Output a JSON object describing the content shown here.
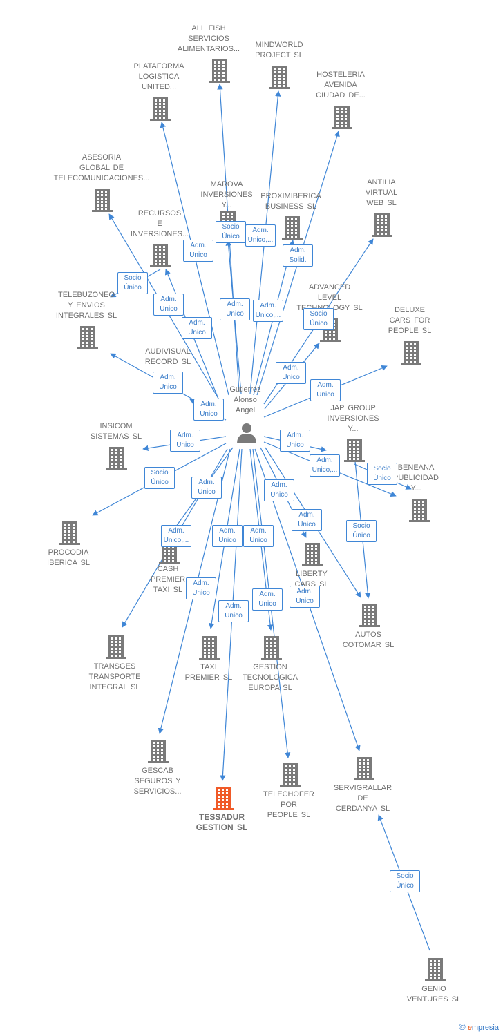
{
  "center": {
    "label": "Gutierrez\nAlonso\nAngel"
  },
  "colors": {
    "building": "#7a7a7a",
    "highlight": "#f05a28",
    "edge": "#3f86d6",
    "text": "#6f6f6f",
    "person": "#7a7a7a"
  },
  "nodes": [
    {
      "id": "all-fish",
      "label": "ALL FISH\nSERVICIOS\nALIMENTARIOS..."
    },
    {
      "id": "mindworld",
      "label": "MINDWORLD\nPROJECT  SL"
    },
    {
      "id": "plataforma",
      "label": "PLATAFORMA\nLOGISTICA\nUNITED..."
    },
    {
      "id": "hosteleria",
      "label": "HOSTELERIA\nAVENIDA\nCIUDAD DE..."
    },
    {
      "id": "asesoria",
      "label": "ASESORIA\nGLOBAL DE\nTELECOMUNICACIONES..."
    },
    {
      "id": "marova",
      "label": "MAROVA\nINVERSIONES\nY..."
    },
    {
      "id": "proximiberica",
      "label": "PROXIMIBERICA\nBUSINESS  SL"
    },
    {
      "id": "antilia",
      "label": "ANTILIA\nVIRTUAL\nWEB  SL"
    },
    {
      "id": "recursos",
      "label": "RECURSOS\nE\nINVERSIONES..."
    },
    {
      "id": "advanced",
      "label": "ADVANCED\nLEVEL\nTECHNOLOGY SL"
    },
    {
      "id": "telebuzoneo",
      "label": "TELEBUZONEO\nY ENVIOS\nINTEGRALES SL"
    },
    {
      "id": "deluxe",
      "label": "DELUXE\nCARS FOR\nPEOPLE  SL"
    },
    {
      "id": "audivisual",
      "label": "AUDIVISUAL\nRECORD SL"
    },
    {
      "id": "jap",
      "label": "JAP GROUP\nINVERSIONES\nY..."
    },
    {
      "id": "insicom",
      "label": "INSICOM\nSISTEMAS  SL"
    },
    {
      "id": "beneana",
      "label": "BENEANA\nPUBLICIDAD\nY..."
    },
    {
      "id": "procodia",
      "label": "PROCODIA\nIBERICA  SL"
    },
    {
      "id": "cash",
      "label": "CASH\nPREMIER\nTAXI  SL"
    },
    {
      "id": "liberty",
      "label": "LIBERTY\nCARS  SL"
    },
    {
      "id": "autos",
      "label": "AUTOS\nCOTOMAR  SL"
    },
    {
      "id": "transges",
      "label": "TRANSGES\nTRANSPORTE\nINTEGRAL  SL"
    },
    {
      "id": "taxi",
      "label": "TAXI\nPREMIER  SL"
    },
    {
      "id": "gestion",
      "label": "GESTION\nTECNOLOGICA\nEUROPA SL"
    },
    {
      "id": "gescab",
      "label": "GESCAB\nSEGUROS Y\nSERVICIOS..."
    },
    {
      "id": "tessadur",
      "label": "TESSADUR\nGESTION  SL",
      "highlight": true
    },
    {
      "id": "telechofer",
      "label": "TELECHOFER\nPOR\nPEOPLE  SL"
    },
    {
      "id": "servigrallar",
      "label": "SERVIGRALLAR\nDE\nCERDANYA SL"
    },
    {
      "id": "genio",
      "label": "GENIO\nVENTURES  SL"
    }
  ],
  "relations": [
    {
      "id": "r1",
      "label": "Adm.\nUnico",
      "source": "center",
      "target": "all-fish"
    },
    {
      "id": "r2",
      "label": "Adm.\nUnico,...",
      "source": "center",
      "target": "mindworld"
    },
    {
      "id": "r3",
      "label": "Adm.\nUnico",
      "source": "center",
      "target": "plataforma"
    },
    {
      "id": "r4",
      "label": "Adm.\nSolid.",
      "source": "center",
      "target": "hosteleria"
    },
    {
      "id": "r5",
      "label": "Adm.\nUnico",
      "source": "center",
      "target": "asesoria"
    },
    {
      "id": "r6",
      "label": "Socio\nÚnico",
      "source": "center",
      "target": "marova"
    },
    {
      "id": "r7",
      "label": "Adm.\nUnico,...",
      "source": "center",
      "target": "proximiberica"
    },
    {
      "id": "r8",
      "label": "Adm.\nUnico",
      "source": "center",
      "target": "antilia"
    },
    {
      "id": "r9",
      "label": "Adm.\nUnico",
      "source": "center",
      "target": "recursos"
    },
    {
      "id": "r10",
      "label": "Socio\nÚnico",
      "source": "center",
      "target": "advanced"
    },
    {
      "id": "r11",
      "label": "Socio\nÚnico",
      "source": "recursos",
      "target": "asesoria"
    },
    {
      "id": "r12",
      "label": "Adm.\nUnico",
      "source": "center",
      "target": "deluxe"
    },
    {
      "id": "r13",
      "label": "Adm.\nUnico",
      "source": "center",
      "target": "telebuzoneo"
    },
    {
      "id": "r14",
      "label": "Adm.\nUnico",
      "source": "center",
      "target": "audivisual"
    },
    {
      "id": "r15",
      "label": "Adm.\nUnico",
      "source": "center",
      "target": "jap"
    },
    {
      "id": "r16",
      "label": "Adm.\nUnico",
      "source": "center",
      "target": "insicom"
    },
    {
      "id": "r17",
      "label": "Adm.\nUnico,...",
      "source": "center",
      "target": "beneana"
    },
    {
      "id": "r18",
      "label": "Socio\nÚnico",
      "source": "jap",
      "target": "beneana"
    },
    {
      "id": "r19",
      "label": "Socio\nÚnico",
      "source": "center",
      "target": "procodia"
    },
    {
      "id": "r20",
      "label": "Adm.\nUnico",
      "source": "center",
      "target": "cash"
    },
    {
      "id": "r21",
      "label": "Adm.\nUnico",
      "source": "center",
      "target": "liberty"
    },
    {
      "id": "r22",
      "label": "Adm.\nUnico",
      "source": "center",
      "target": "autos"
    },
    {
      "id": "r23",
      "label": "Socio\nÚnico",
      "source": "jap",
      "target": "autos"
    },
    {
      "id": "r24",
      "label": "Adm.\nUnico,...",
      "source": "center",
      "target": "transges"
    },
    {
      "id": "r25",
      "label": "Adm.\nUnico",
      "source": "center",
      "target": "taxi"
    },
    {
      "id": "r26",
      "label": "Adm.\nUnico",
      "source": "center",
      "target": "gestion"
    },
    {
      "id": "r27",
      "label": "Adm.\nUnico",
      "source": "center",
      "target": "gescab"
    },
    {
      "id": "r28",
      "label": "Adm.\nUnico",
      "source": "center",
      "target": "tessadur"
    },
    {
      "id": "r29",
      "label": "Adm.\nUnico",
      "source": "center",
      "target": "telechofer"
    },
    {
      "id": "r30",
      "label": "Adm.\nUnico",
      "source": "center",
      "target": "servigrallar"
    },
    {
      "id": "r31",
      "label": "Socio\nÚnico",
      "source": "genio",
      "target": "servigrallar"
    }
  ],
  "brand": {
    "copyright": "©",
    "e": "e",
    "rest": "mpresia"
  }
}
